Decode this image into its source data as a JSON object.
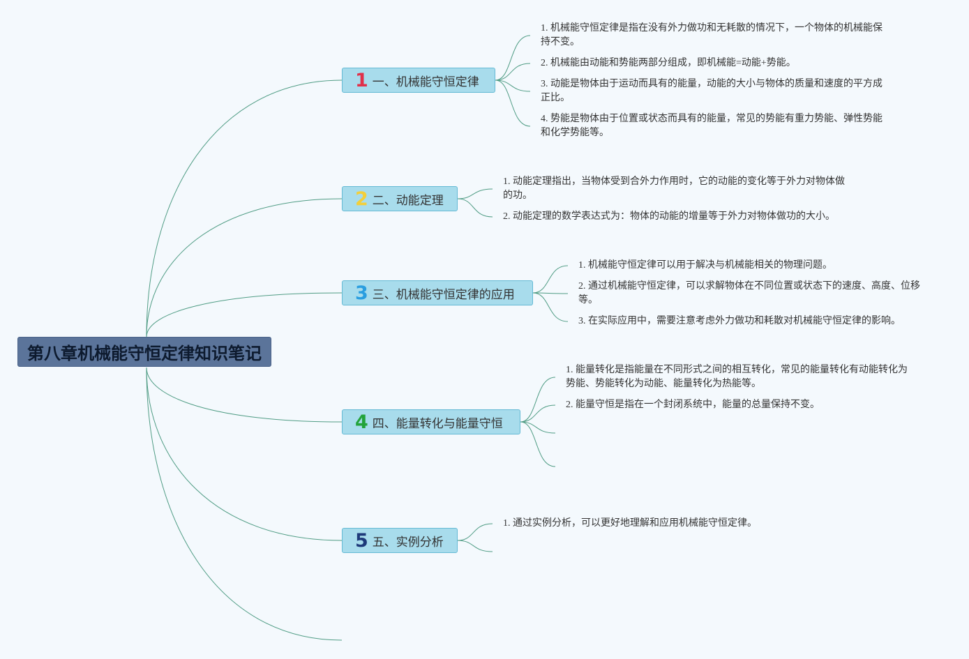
{
  "root": {
    "title": "第八章机械能守恒定律知识笔记"
  },
  "branches": [
    {
      "badge": "1",
      "badge_color": "#e0304a",
      "title": "一、机械能守恒定律",
      "notes": [
        "1. 机械能守恒定律是指在没有外力做功和无耗散的情况下，一个物体的机械能保持不变。",
        "2. 机械能由动能和势能两部分组成，即机械能=动能+势能。",
        "3. 动能是物体由于运动而具有的能量，动能的大小与物体的质量和速度的平方成正比。",
        "4. 势能是物体由于位置或状态而具有的能量，常见的势能有重力势能、弹性势能和化学势能等。"
      ]
    },
    {
      "badge": "2",
      "badge_color": "#f3cf3a",
      "title": "二、动能定理",
      "notes": [
        "1. 动能定理指出，当物体受到合外力作用时，它的动能的变化等于外力对物体做的功。",
        "2. 动能定理的数学表达式为：物体的动能的增量等于外力对物体做功的大小。"
      ]
    },
    {
      "badge": "3",
      "badge_color": "#2a9ee0",
      "title": "三、机械能守恒定律的应用",
      "notes": [
        "1. 机械能守恒定律可以用于解决与机械能相关的物理问题。",
        "2. 通过机械能守恒定律，可以求解物体在不同位置或状态下的速度、高度、位移等。",
        "3. 在实际应用中，需要注意考虑外力做功和耗散对机械能守恒定律的影响。"
      ]
    },
    {
      "badge": "4",
      "badge_color": "#23a33a",
      "title": "四、能量转化与能量守恒",
      "notes": [
        "1. 能量转化是指能量在不同形式之间的相互转化，常见的能量转化有动能转化为势能、势能转化为动能、能量转化为热能等。",
        "2. 能量守恒是指在一个封闭系统中，能量的总量保持不变。",
        "",
        ""
      ]
    },
    {
      "badge": "5",
      "badge_color": "#1e3a7a",
      "title": "五、实例分析",
      "notes": [
        "1. 通过实例分析，可以更好地理解和应用机械能守恒定律。",
        ""
      ]
    }
  ],
  "colors": {
    "link": "#4f9c84",
    "branch_fill": "#a8dcec",
    "root_fill": "#5b749a",
    "background": "#f4f9fd"
  }
}
